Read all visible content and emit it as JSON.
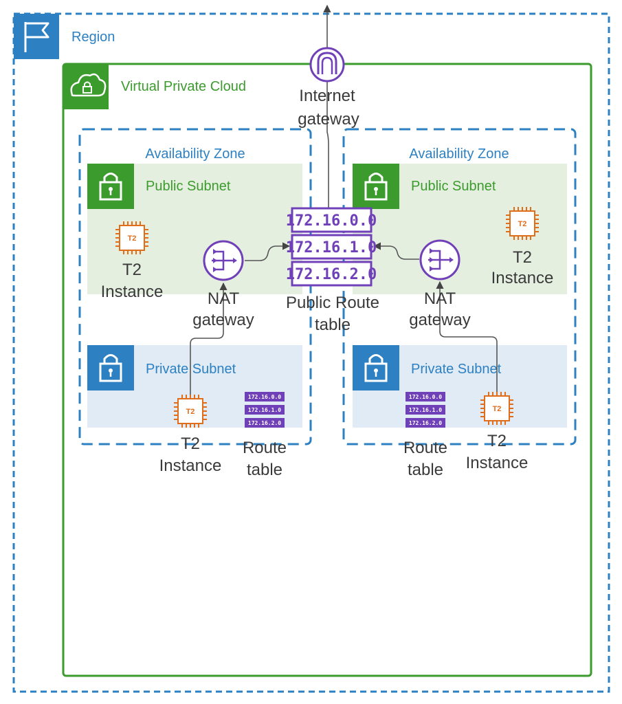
{
  "region": {
    "label": "Region"
  },
  "vpc": {
    "label": "Virtual Private Cloud"
  },
  "internet_gateway": {
    "label_line1": "Internet",
    "label_line2": "gateway"
  },
  "public_route_table": {
    "routes": [
      "172.16.0.0",
      "172.16.1.0",
      "172.16.2.0"
    ],
    "label_line1": "Public Route",
    "label_line2": "table"
  },
  "az_left": {
    "label": "Availability Zone",
    "public_subnet": "Public Subnet",
    "private_subnet": "Private Subnet",
    "public_instance": {
      "chip": "T2",
      "line1": "T2",
      "line2": "Instance"
    },
    "nat": {
      "line1": "NAT",
      "line2": "gateway"
    },
    "private_instance": {
      "chip": "T2",
      "line1": "T2",
      "line2": "Instance"
    },
    "route_table": {
      "routes": [
        "172.16.0.0",
        "172.16.1.0",
        "172.16.2.0"
      ],
      "line1": "Route",
      "line2": "table"
    }
  },
  "az_right": {
    "label": "Availability Zone",
    "public_subnet": "Public Subnet",
    "private_subnet": "Private Subnet",
    "public_instance": {
      "chip": "T2",
      "line1": "T2",
      "line2": "Instance"
    },
    "nat": {
      "line1": "NAT",
      "line2": "gateway"
    },
    "private_instance": {
      "chip": "T2",
      "line1": "T2",
      "line2": "Instance"
    },
    "route_table": {
      "routes": [
        "172.16.0.0",
        "172.16.1.0",
        "172.16.2.0"
      ],
      "line1": "Route",
      "line2": "table"
    }
  },
  "colors": {
    "region": "#2d81c2",
    "vpc": "#3b9b2c",
    "public_subnet_bg": "#e4efe0",
    "private_subnet_bg": "#e0ebf5",
    "route_table": "#7040b8",
    "instance": "#e06d1a",
    "connector": "#555555"
  }
}
